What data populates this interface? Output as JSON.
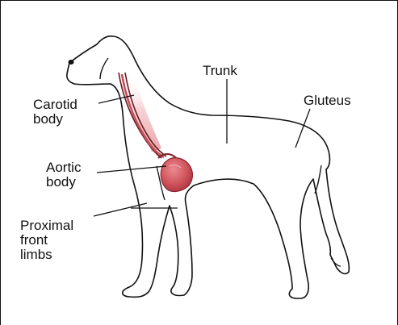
{
  "labels": {
    "trunk": "Trunk",
    "gluteus": "Gluteus",
    "carotid_body": "Carotid\nbody",
    "aortic_body": "Aortic\nbody",
    "proximal_front_limbs": "Proximal\nfront\nlimbs"
  },
  "colors": {
    "outline": "#111111",
    "heart": "#d0545c",
    "heart_dark": "#8e2530",
    "vessel": "#c4505a",
    "background": "#ffffff"
  }
}
